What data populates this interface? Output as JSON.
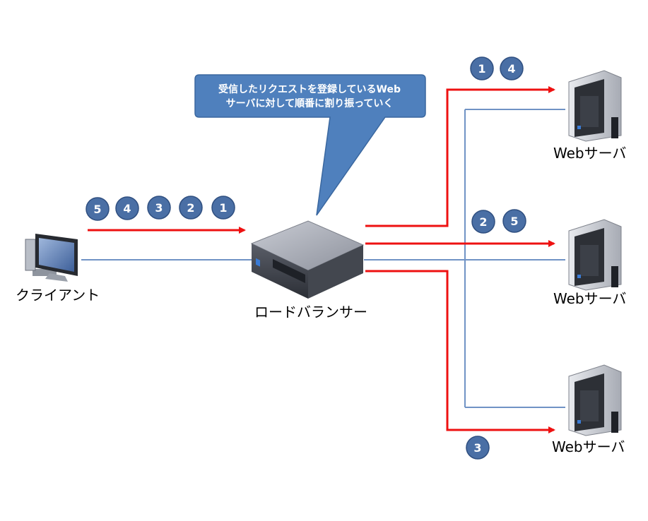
{
  "callout": {
    "line1": "受信したリクエストを登録しているWeb",
    "line2": "サーバに対して順番に割り振っていく"
  },
  "nodes": {
    "client": {
      "label": "クライアント"
    },
    "load_balancer": {
      "label": "ロードバランサー"
    },
    "servers": [
      {
        "label": "Webサーバ"
      },
      {
        "label": "Webサーバ"
      },
      {
        "label": "Webサーバ"
      }
    ]
  },
  "request_badges": [
    "5",
    "4",
    "3",
    "2",
    "1"
  ],
  "server_assignments": [
    {
      "server": 1,
      "requests": [
        "1",
        "4"
      ]
    },
    {
      "server": 2,
      "requests": [
        "2",
        "5"
      ]
    },
    {
      "server": 3,
      "requests": [
        "3"
      ]
    }
  ],
  "colors": {
    "badge_fill": "#4a6fa5",
    "badge_border": "#2f4f80",
    "arrow_red": "#ee1111",
    "link_blue": "#7093c5",
    "callout_fill": "#4f80bd"
  },
  "icons": {
    "client": "desktop-monitor-icon",
    "load_balancer": "rack-server-icon",
    "server": "tower-server-icon"
  }
}
